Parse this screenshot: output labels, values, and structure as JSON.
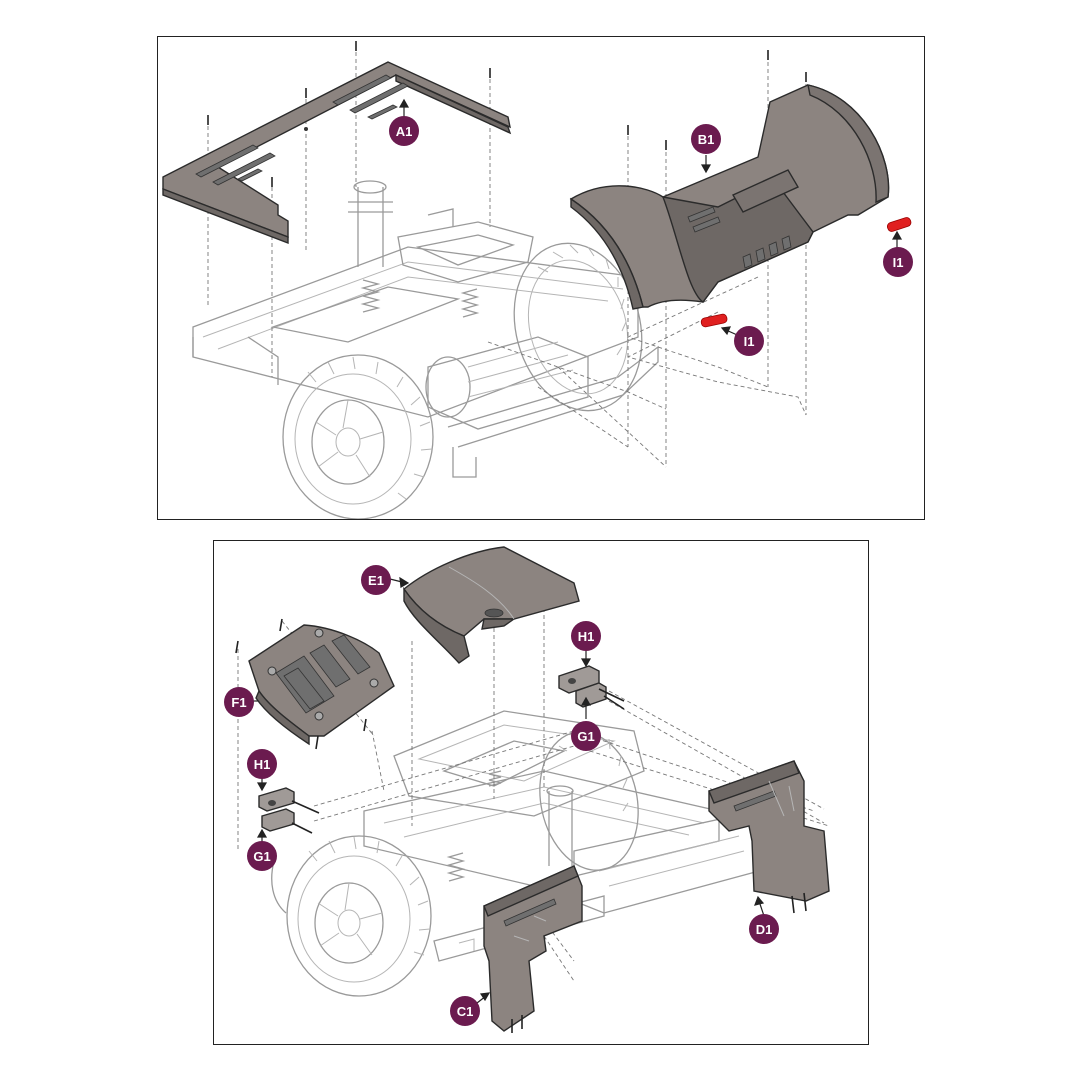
{
  "colors": {
    "badge": "#6b1b4f",
    "part_fill": "#8c8480",
    "part_dark": "#6e6865",
    "reflector": "#e02020",
    "frame_line": "#9a9a9a"
  },
  "top_panel": {
    "labels": [
      {
        "id": "A1",
        "text": "A1"
      },
      {
        "id": "B1",
        "text": "B1"
      },
      {
        "id": "I1a",
        "text": "I1"
      },
      {
        "id": "I1b",
        "text": "I1"
      }
    ]
  },
  "bottom_panel": {
    "labels": [
      {
        "id": "E1",
        "text": "E1"
      },
      {
        "id": "F1",
        "text": "F1"
      },
      {
        "id": "H1a",
        "text": "H1"
      },
      {
        "id": "G1a",
        "text": "G1"
      },
      {
        "id": "H1b",
        "text": "H1"
      },
      {
        "id": "G1b",
        "text": "G1"
      },
      {
        "id": "D1",
        "text": "D1"
      },
      {
        "id": "C1",
        "text": "C1"
      }
    ]
  }
}
